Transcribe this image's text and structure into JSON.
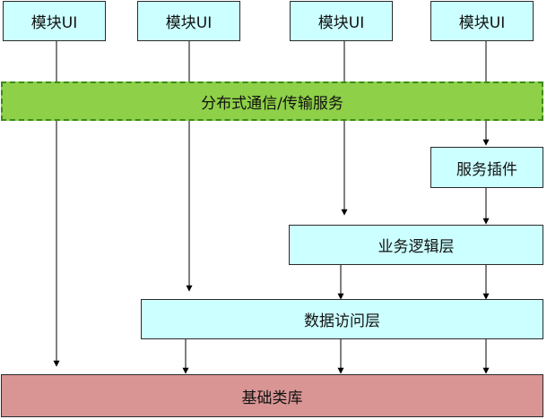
{
  "modules": [
    {
      "label": "模块UI"
    },
    {
      "label": "模块UI"
    },
    {
      "label": "模块UI"
    },
    {
      "label": "模块UI"
    }
  ],
  "service_bus": {
    "label": "分布式通信/传输服务"
  },
  "service_plugin": {
    "label": "服务插件"
  },
  "business_logic": {
    "label": "业务逻辑层"
  },
  "data_access": {
    "label": "数据访问层"
  },
  "base_library": {
    "label": "基础类库"
  }
}
